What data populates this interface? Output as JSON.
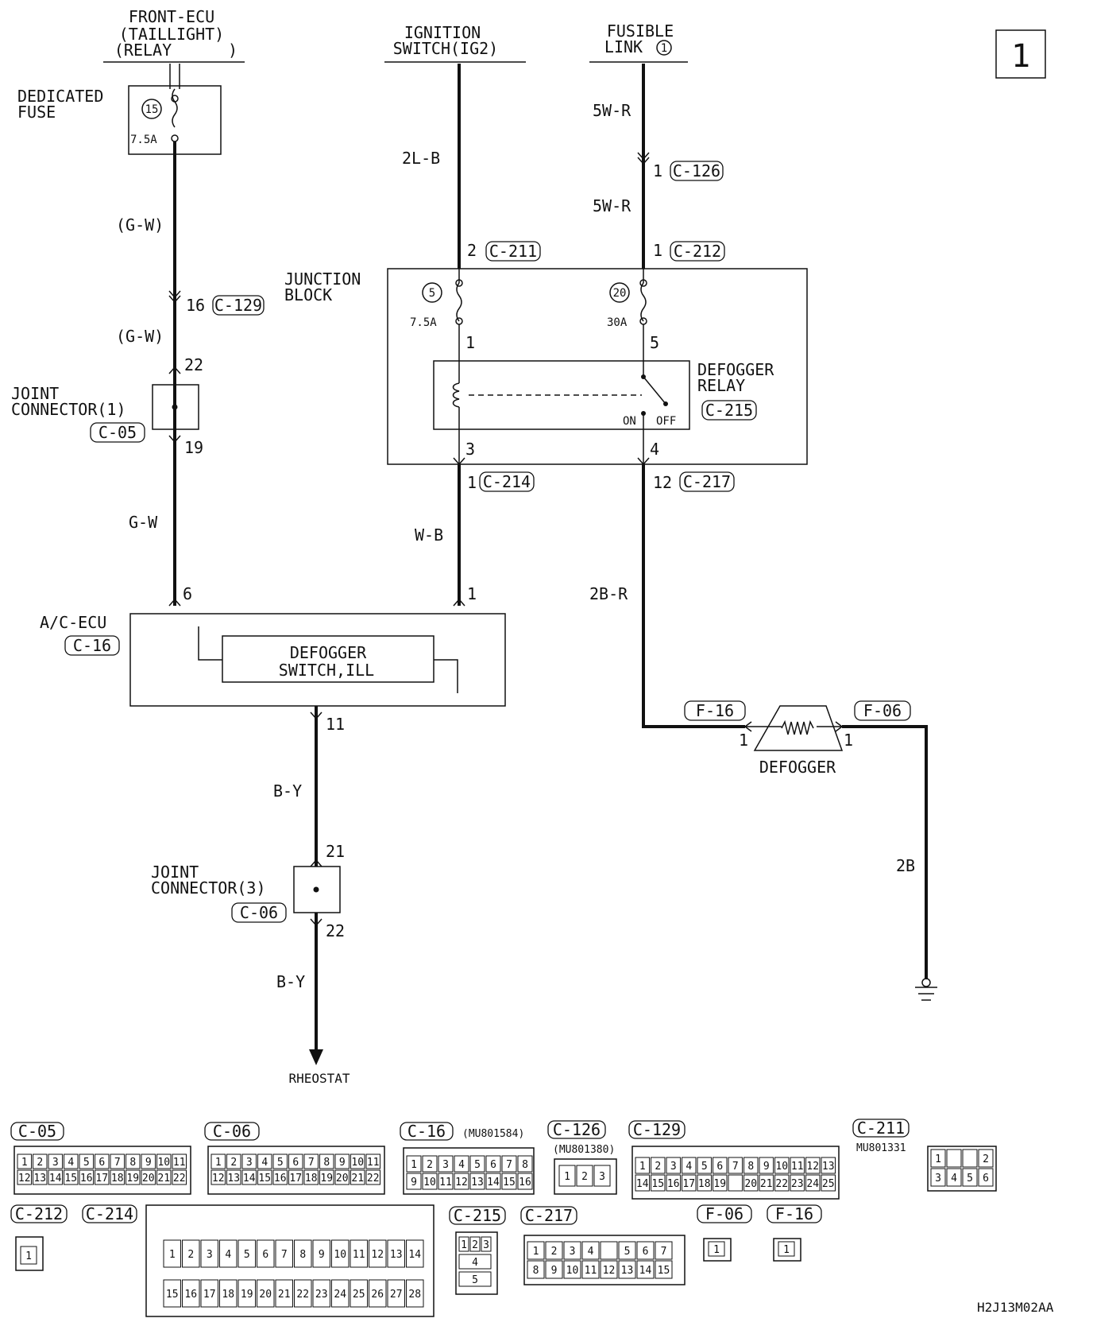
{
  "page_number": "1",
  "drawing_code": "H2J13M02AA",
  "sources": {
    "front_ecu": [
      "FRONT-ECU",
      "(TAILLIGHT)",
      "(RELAY",
      ")"
    ],
    "ignition": [
      "IGNITION",
      "SWITCH(IG2)"
    ],
    "fusible": [
      "FUSIBLE",
      "LINK"
    ],
    "fusible_num": "1"
  },
  "dedicated_fuse": {
    "label": [
      "DEDICATED",
      "FUSE"
    ],
    "num": "15",
    "rating": "7.5A"
  },
  "junction_block": {
    "label": [
      "JUNCTION",
      "BLOCK"
    ],
    "fuse_a": {
      "num": "5",
      "rating": "7.5A"
    },
    "fuse_b": {
      "num": "20",
      "rating": "30A"
    },
    "relay_label": [
      "DEFOGGER",
      "RELAY"
    ],
    "relay_connector": "C-215",
    "relay_on": "ON",
    "relay_off": "OFF"
  },
  "wires": {
    "gw1": "(G-W)",
    "gw2": "(G-W)",
    "gw3": "G-W",
    "lb": "2L-B",
    "wb": "W-B",
    "wr1": "5W-R",
    "wr2": "5W-R",
    "br": "2B-R",
    "b2": "2B",
    "by1": "B-Y",
    "by2": "B-Y"
  },
  "pins": {
    "c129": "16",
    "jc1_in": "22",
    "jc1_out": "19",
    "acecu_6": "6",
    "c211": "2",
    "jb_1": "1",
    "jb_3": "3",
    "c214": "1",
    "acecu_1": "1",
    "c126": "1",
    "c212": "1",
    "jb_5": "5",
    "jb_4": "4",
    "c217": "12",
    "acecu_11": "11",
    "jc3_in": "21",
    "jc3_out": "22",
    "f16": "1",
    "f06": "1"
  },
  "connector_tags": {
    "c129": "C-129",
    "c05": "C-05",
    "c211": "C-211",
    "c214": "C-214",
    "c126": "C-126",
    "c212": "C-212",
    "c217": "C-217",
    "c16": "C-16",
    "c06": "C-06",
    "f16": "F-16",
    "f06": "F-06"
  },
  "joint_connector_1": [
    "JOINT",
    "CONNECTOR(1)"
  ],
  "joint_connector_3": [
    "JOINT",
    "CONNECTOR(3)"
  ],
  "ac_ecu": {
    "label": "A/C-ECU",
    "switch": [
      "DEFOGGER",
      "SWITCH,ILL"
    ]
  },
  "defogger": "DEFOGGER",
  "rheostat": "RHEOSTAT",
  "connector_views": [
    {
      "tag": "C-05",
      "rows": [
        [
          "1",
          "2",
          "3",
          "4",
          "5",
          "6",
          "7",
          "8",
          "9",
          "10",
          "11"
        ],
        [
          "12",
          "13",
          "14",
          "15",
          "16",
          "17",
          "18",
          "19",
          "20",
          "21",
          "22"
        ]
      ]
    },
    {
      "tag": "C-06",
      "rows": [
        [
          "1",
          "2",
          "3",
          "4",
          "5",
          "6",
          "7",
          "8",
          "9",
          "10",
          "11"
        ],
        [
          "12",
          "13",
          "14",
          "15",
          "16",
          "17",
          "18",
          "19",
          "20",
          "21",
          "22"
        ]
      ]
    },
    {
      "tag": "C-16",
      "part": "(MU801584)",
      "rows": [
        [
          "1",
          "2",
          "3",
          "4",
          "5",
          "6",
          "7",
          "8"
        ],
        [
          "9",
          "10",
          "11",
          "12",
          "13",
          "14",
          "15",
          "16"
        ]
      ]
    },
    {
      "tag": "C-126",
      "part": "(MU801380)",
      "rows": [
        [
          "1",
          "2",
          "3"
        ]
      ]
    },
    {
      "tag": "C-129",
      "rows": [
        [
          "1",
          "2",
          "3",
          "4",
          "5",
          "6",
          "7",
          "8",
          "9",
          "10",
          "11",
          "12",
          "13"
        ],
        [
          "14",
          "15",
          "16",
          "17",
          "18",
          "19",
          "",
          "20",
          "21",
          "22",
          "23",
          "24",
          "25"
        ]
      ]
    },
    {
      "tag": "C-211",
      "part": "MU801331",
      "rows": [
        [
          "1",
          "",
          "",
          "2"
        ],
        [
          "3",
          "4",
          "5",
          "6"
        ]
      ]
    },
    {
      "tag": "C-212",
      "rows": [
        [
          "1"
        ]
      ]
    },
    {
      "tag": "C-214",
      "rows": [
        [
          "1",
          "2",
          "3",
          "4",
          "5",
          "6",
          "7",
          "8",
          "9",
          "10",
          "11",
          "12",
          "13",
          "14"
        ],
        [
          "15",
          "16",
          "17",
          "18",
          "19",
          "20",
          "21",
          "22",
          "23",
          "24",
          "25",
          "26",
          "27",
          "28"
        ]
      ]
    },
    {
      "tag": "C-215",
      "rows": [
        [
          "1",
          "2",
          "3"
        ],
        [
          "4"
        ],
        [
          "5"
        ]
      ]
    },
    {
      "tag": "C-217",
      "rows": [
        [
          "1",
          "2",
          "3",
          "4",
          "",
          "5",
          "6",
          "7"
        ],
        [
          "8",
          "9",
          "10",
          "11",
          "12",
          "13",
          "14",
          "15"
        ]
      ]
    },
    {
      "tag": "F-06",
      "rows": [
        [
          "1"
        ]
      ]
    },
    {
      "tag": "F-16",
      "rows": [
        [
          "1"
        ]
      ]
    }
  ]
}
